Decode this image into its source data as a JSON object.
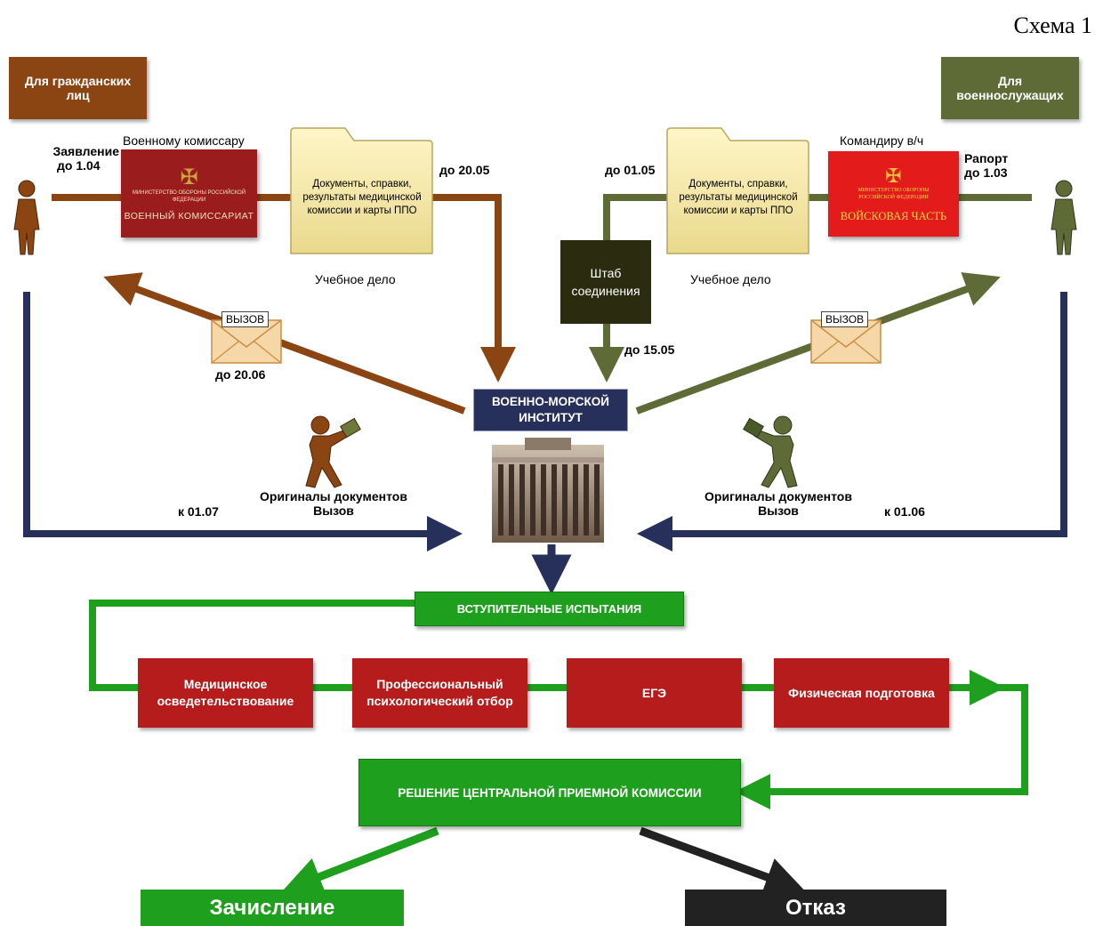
{
  "scheme_label": "Схема 1",
  "civilians": {
    "header": "Для гражданских лиц",
    "application": "Заявление",
    "application_deadline": "до 1.04",
    "addressee": "Военному комиссару",
    "office_emblem_small": "МИНИСТЕРСТВО ОБОРОНЫ РОССИЙСКОЙ ФЕДЕРАЦИИ",
    "office_name": "ВОЕННЫЙ КОМИССАРИАТ",
    "folder_text": "Документы, справки, результаты медицинской комиссии и карты ППО",
    "folder_label": "Учебное дело",
    "folder_deadline": "до 20.05",
    "call_tag": "ВЫЗОВ",
    "call_deadline": "до 20.06",
    "originals_line1": "Оригиналы документов",
    "originals_line2": "Вызов",
    "originals_deadline": "к 01.07"
  },
  "military": {
    "header": "Для военнослужащих",
    "report": "Рапорт",
    "report_deadline": "до 1.03",
    "addressee": "Командиру в/ч",
    "unit_emblem_small": "МИНИСТЕРСТВО ОБОРОНЫ РОССИЙСКОЙ ФЕДЕРАЦИИ",
    "unit_name": "ВОЙСКОВАЯ ЧАСТЬ",
    "folder_text": "Документы, справки, результаты медицинской комиссии и карты ППО",
    "folder_label": "Учебное дело",
    "folder_deadline": "до 01.05",
    "hq": "Штаб соединения",
    "hq_deadline": "до 15.05",
    "call_tag": "ВЫЗОВ",
    "originals_line1": "Оригиналы документов",
    "originals_line2": "Вызов",
    "originals_deadline": "к 01.06"
  },
  "institute": "ВОЕННО-МОРСКОЙ ИНСТИТУТ",
  "entrance_tests": "ВСТУПИТЕЛЬНЫЕ ИСПЫТАНИЯ",
  "tests": [
    "Медицинское осведетельствование",
    "Профессиональный психологический отбор",
    "ЕГЭ",
    "Физическая подготовка"
  ],
  "decision": "РЕШЕНИЕ ЦЕНТРАЛЬНОЙ ПРИЕМНОЙ КОМИССИИ",
  "outcomes": {
    "accept": "Зачисление",
    "reject": "Отказ"
  },
  "colors": {
    "civil_brown": "#8b4513",
    "military_olive": "#5e6b37",
    "navy": "#27305a",
    "green": "#1ea01e",
    "dark_red": "#b71c1c",
    "hq_dark": "#2b2b10",
    "black": "#222222"
  }
}
